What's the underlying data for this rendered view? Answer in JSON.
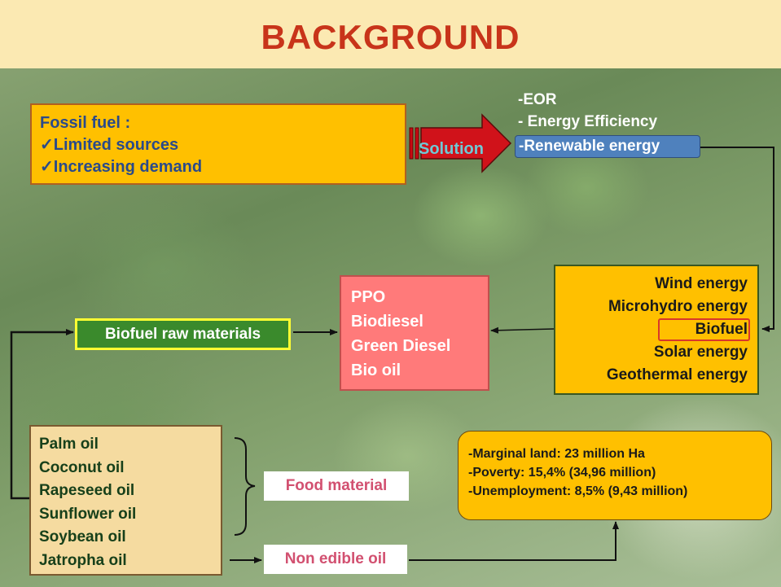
{
  "title": "BACKGROUND",
  "fossil_fuel": {
    "heading": "Fossil fuel :",
    "items": [
      "✓Limited sources",
      "✓Increasing demand"
    ]
  },
  "solution_label": "Solution",
  "solutions": [
    "-EOR",
    "- Energy Efficiency"
  ],
  "renewable_label": "-Renewable energy",
  "energy_types": [
    "Wind energy",
    "Microhydro energy",
    "Biofuel",
    "Solar energy",
    "Geothermal energy"
  ],
  "products": [
    "PPO",
    "Biodiesel",
    "Green Diesel",
    "Bio oil"
  ],
  "raw_materials_label": "Biofuel raw materials",
  "oils": [
    "Palm oil",
    "Coconut oil",
    "Rapeseed oil",
    "Sunflower oil",
    "Soybean oil",
    "Jatropha oil"
  ],
  "food_material_label": "Food material",
  "non_edible_label": "Non edible oil",
  "stats": [
    "-Marginal land:  23 million Ha",
    "-Poverty: 15,4% (34,96 million)",
    "-Unemployment: 8,5% (9,43 million)"
  ],
  "colors": {
    "title": "#c8341a",
    "header_bg": "#fbe9b2",
    "box_yellow": "#ffc000",
    "arrow_red": "#d0121a",
    "renewable_blue": "#4f81bd",
    "product_pink": "#ff7a7a",
    "raw_green": "#3a8a2c"
  }
}
